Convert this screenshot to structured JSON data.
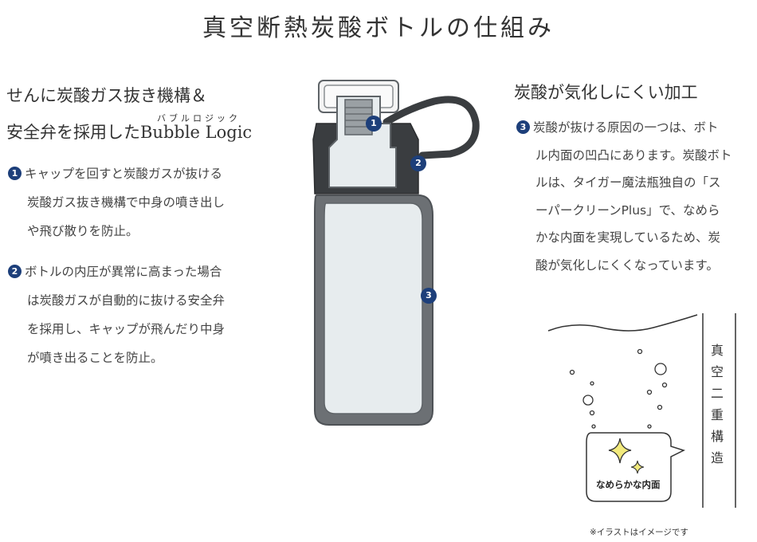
{
  "title": "真空断熱炭酸ボトルの仕組み",
  "left": {
    "heading_line1": "せんに炭酸ガス抜き機構＆",
    "heading_line2": "安全弁を採用したBubble Logic",
    "ruby": "バブルロジック",
    "item1": {
      "num": "1",
      "lines": [
        "キャップを回すと炭酸ガスが抜ける",
        "炭酸ガス抜き機構で中身の噴き出し",
        "や飛び散りを防止。"
      ]
    },
    "item2": {
      "num": "2",
      "lines": [
        "ボトルの内圧が異常に高まった場合",
        "は炭酸ガスが自動的に抜ける安全弁",
        "を採用し、キャップが飛んだり中身",
        "が噴き出ることを防止。"
      ]
    }
  },
  "right": {
    "heading": "炭酸が気化しにくい加工",
    "item3": {
      "num": "3",
      "lines": [
        "炭酸が抜ける原因の一つは、ボト",
        "ル内面の凹凸にあります。炭酸ボト",
        "ルは、タイガー魔法瓶独自の「ス",
        "ーパークリーンPlus」で、なめら",
        "かな内面を実現しているため、炭",
        "酸が気化しにくくなっています。"
      ]
    }
  },
  "bottle": {
    "badges": [
      "1",
      "2",
      "3"
    ],
    "colors": {
      "body": "#e7ecee",
      "outline": "#5f6468",
      "cap": "#3a3d40",
      "badge": "#1d3f7a"
    }
  },
  "illustration": {
    "vertical_label": [
      "真",
      "空",
      "二",
      "重",
      "構",
      "造"
    ],
    "bubble_text": "なめらかな内面",
    "note": "※イラストはイメージです"
  }
}
